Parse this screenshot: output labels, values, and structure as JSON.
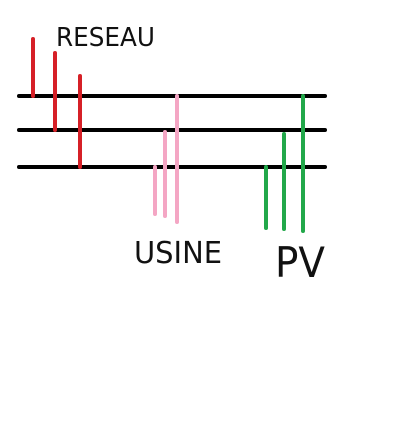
{
  "labels": {
    "reseau": "RESEAU",
    "usine": "USINE",
    "pv": "PV"
  },
  "colors": {
    "bus": "#000000",
    "reseau": "#d62027",
    "usine": "#f4a6c4",
    "pv": "#22a84a"
  },
  "groups": [
    {
      "key": "reseau",
      "label_key": "reseau",
      "color_key": "reseau",
      "lines": 3
    },
    {
      "key": "usine",
      "label_key": "usine",
      "color_key": "usine",
      "lines": 3
    },
    {
      "key": "pv",
      "label_key": "pv",
      "color_key": "pv",
      "lines": 3
    }
  ],
  "bus_count": 3
}
